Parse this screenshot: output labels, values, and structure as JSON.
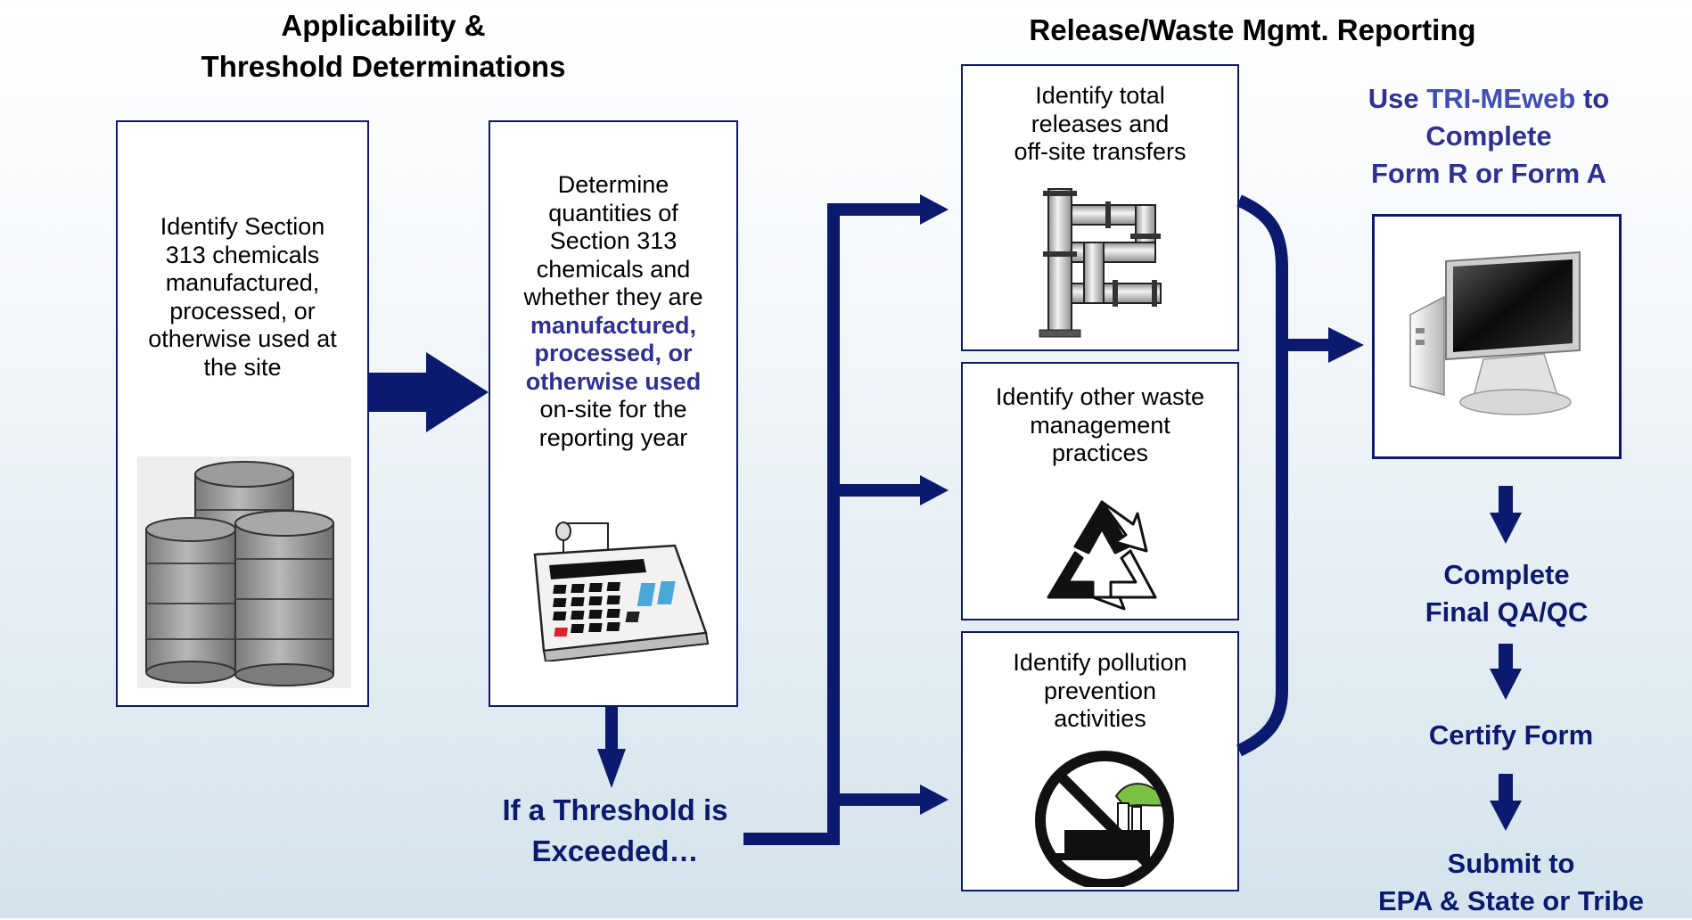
{
  "headings": {
    "left": [
      "Applicability &",
      "Threshold Determinations"
    ],
    "right": "Release/Waste Mgmt. Reporting"
  },
  "boxes": {
    "identify_chemicals": [
      "Identify Section",
      "313 chemicals",
      "manufactured,",
      "processed, or",
      "otherwise used at",
      "the site"
    ],
    "determine_quantities": {
      "lines_before": [
        "Determine",
        "quantities of",
        "Section 313",
        "chemicals and",
        "whether they are"
      ],
      "highlight": [
        "manufactured,",
        "processed, or",
        "otherwise used"
      ],
      "lines_after": [
        "on-site for the",
        "reporting year"
      ]
    },
    "releases": [
      "Identify total",
      "releases and",
      "off-site transfers"
    ],
    "waste_mgmt": [
      "Identify other waste",
      "management",
      "practices"
    ],
    "pollution_prevention": [
      "Identify pollution",
      "prevention",
      "activities"
    ]
  },
  "threshold_label": [
    "If a Threshold is",
    "Exceeded…"
  ],
  "use_tri": {
    "prefix": "Use ",
    "product": "TRI-MEweb",
    "suffix": " to",
    "line2": "Complete",
    "line3": "Form R or Form A"
  },
  "steps": [
    [
      "Complete",
      "Final QA/QC"
    ],
    [
      "Certify Form"
    ],
    [
      "Submit to",
      "EPA & State or Tribe"
    ]
  ],
  "icons": [
    "barrels-icon",
    "calculator-icon",
    "pipes-icon",
    "recycle-icon",
    "no-pollution-icon",
    "computer-icon"
  ],
  "colors": {
    "navy": "#0b1a6e",
    "highlight_blue": "#2e3192"
  }
}
